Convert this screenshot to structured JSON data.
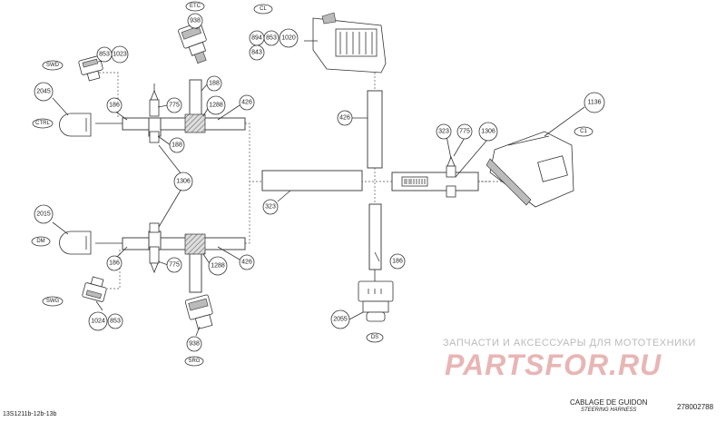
{
  "callouts": {
    "c938_top": "938",
    "c853_top": "853",
    "c1023": "1023",
    "c2045": "2045",
    "c186_a": "186",
    "c775_a": "775",
    "c188_a": "188",
    "c1288_a": "1288",
    "c426_a": "426",
    "c188_b": "188",
    "c1306_a": "1306",
    "c2015": "2015",
    "c186_b": "186",
    "c775_b": "775",
    "c1288_b": "1288",
    "c426_b": "426",
    "c1024": "1024",
    "c853_b": "853",
    "c938_b": "938",
    "c894": "894",
    "c853_c": "853",
    "c1020": "1020",
    "c843": "843",
    "c426_c": "426",
    "c323_a": "323",
    "c775_c": "775",
    "c1306_b": "1306",
    "c1136": "1136",
    "c323_b": "323",
    "c186_c": "186",
    "c2055": "2055"
  },
  "ovals": {
    "etc": "ETC",
    "cl": "CL",
    "swd": "SWD",
    "ctrl": "CTRL",
    "dm": "DM",
    "swg": "SWG",
    "srg": "SRG",
    "c1": "C1",
    "ds": "DS"
  },
  "footer": {
    "title_fr": "CABLAGE DE GUIDON",
    "title_en": "STEERING HARNESS",
    "part_number": "278002788",
    "ref_code": "13S1211b-12b-13b"
  },
  "watermark": {
    "line1": "ЗАПЧАСТИ И АКСЕССУАРЫ ДЛЯ МОТОТЕХНИКИ",
    "line2": "PARTSFOR.RU"
  }
}
